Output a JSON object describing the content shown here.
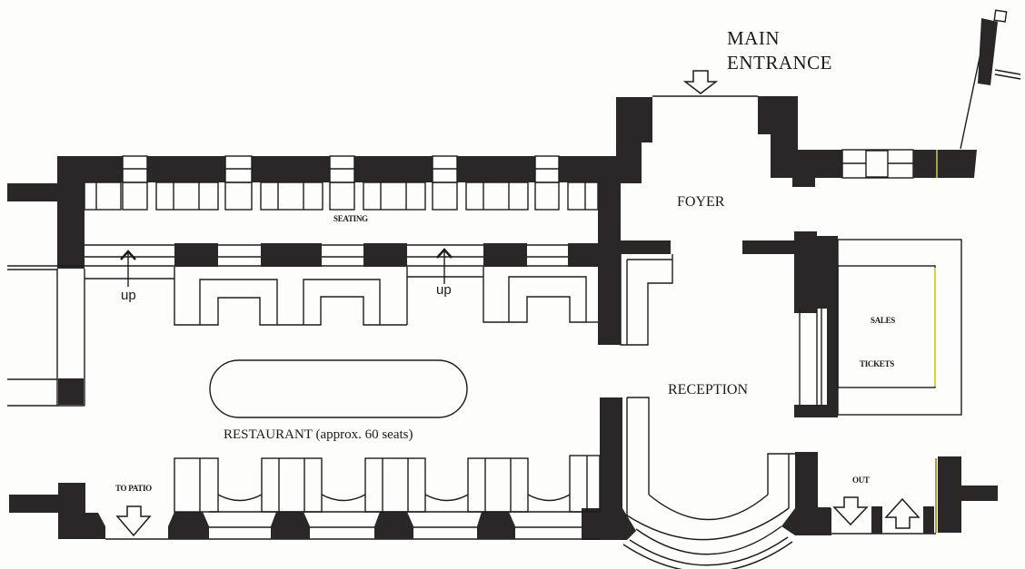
{
  "floor_plan": {
    "labels": {
      "main_entrance_line1": "MAIN",
      "main_entrance_line2": "ENTRANCE",
      "foyer": "FOYER",
      "seating": "SEATING",
      "up_left": "up",
      "up_right": "up",
      "sales": "SALES",
      "tickets": "TICKETS",
      "reception": "RECEPTION",
      "restaurant": "RESTAURANT (approx. 60 seats)",
      "to_patio": "TO PATIO",
      "out": "OUT"
    },
    "colors": {
      "wall": "#2b2627",
      "line": "#1c1c1c",
      "background": "#fdfdfb",
      "accent_edge": "#d8d23a"
    }
  }
}
